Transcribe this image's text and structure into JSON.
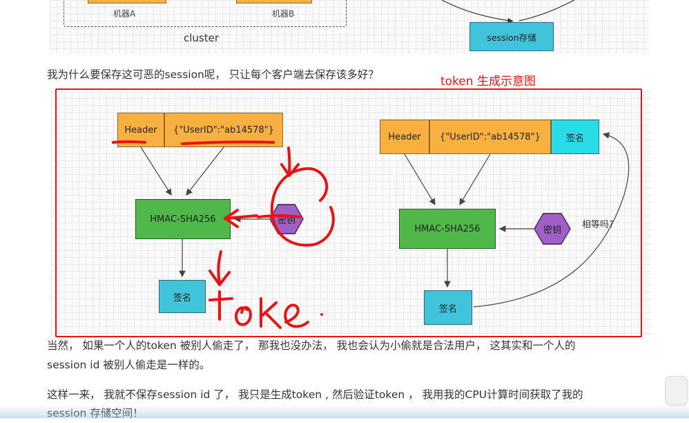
{
  "top_figure": {
    "machine_a": "机器A",
    "machine_b": "机器B",
    "cluster_label": "cluster",
    "session_store": "session存储"
  },
  "question": "我为什么要保存这可恶的session呢， 只让每个客户端去保存该多好？",
  "figure_caption": "token 生成示意图",
  "left_diagram": {
    "header": "Header",
    "payload": "{\"UserID\":\"ab14578\"}",
    "hmac": "HMAC-SHA256",
    "key": "密钥",
    "signature": "签名",
    "handwriting": "toke ."
  },
  "right_diagram": {
    "header": "Header",
    "payload": "{\"UserID\":\"ab14578\"}",
    "sig_top": "签名",
    "hmac": "HMAC-SHA256",
    "key": "密钥",
    "compare": "相等吗?",
    "signature": "签名"
  },
  "paragraph1": {
    "line1": "当然， 如果一个人的token 被别人偷走了， 那我也没办法， 我也会认为小偷就是合法用户， 这其实和一个人的",
    "line2": "session id 被别人偷走是一样的。"
  },
  "paragraph2": {
    "line1": "这样一来， 我就不保存session id 了， 我只是生成token , 然后验证token ， 我用我的CPU计算时间获取了我的",
    "line2": "session 存储空间！"
  },
  "colors": {
    "annotation_red": "#ee1111",
    "header_orange": "#f8b040",
    "hmac_green": "#4fb848",
    "signature_cyan": "#3fc4dc",
    "key_purple": "#a060c8"
  }
}
